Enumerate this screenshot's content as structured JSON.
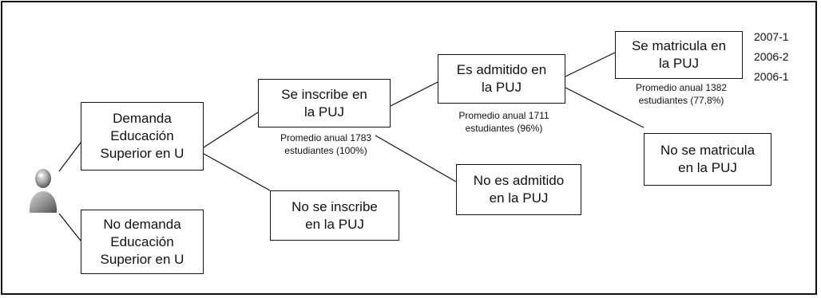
{
  "nodes": {
    "demanda": "Demanda\nEducación\nSuperior en U",
    "no_demanda": "No demanda\nEducación\nSuperior en U",
    "se_inscribe": "Se inscribe en\nla PUJ",
    "no_se_inscribe": "No se inscribe\nen la PUJ",
    "es_admitido": "Es admitido en\nla PUJ",
    "no_es_admitido": "No es admitido\nen la PUJ",
    "se_matricula": "Se matricula en\nla PUJ",
    "no_se_matricula": "No se matricula\nen la PUJ"
  },
  "notes": {
    "inscribe": "Promedio anual 1783\nestudiantes (100%)",
    "admitido": "Promedio anual 1711\nestudiantes (96%)",
    "matricula": "Promedio anual 1382\nestudiantes (77,8%)"
  },
  "periods": [
    "2007-1",
    "2006-2",
    "2006-1"
  ],
  "icons": {
    "person": "user-icon"
  }
}
